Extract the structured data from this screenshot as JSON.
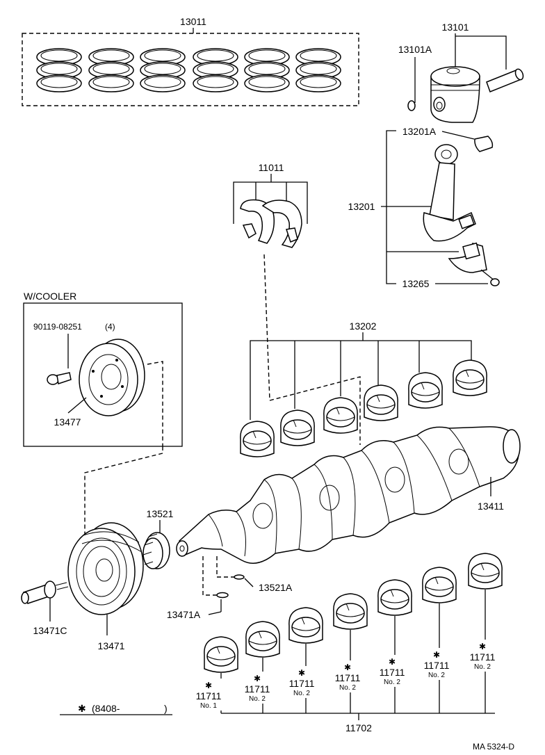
{
  "labels": {
    "piston_ring_set": "13011",
    "piston": "13101",
    "piston_pin_clip": "13101A",
    "rod_bushing": "13201A",
    "connecting_rod": "13201",
    "rod_bolt": "13265",
    "rod_bearing": "11011",
    "thrust_washer": "13202",
    "cooler_header": "W/COOLER",
    "pulley_bolt": "90119-08251",
    "pulley_bolt_qty": "(4)",
    "pulley_cooler": "13477",
    "timing_gear": "13521",
    "crankshaft": "13411",
    "gear_key": "13521A",
    "pulley_key": "13471A",
    "pulley_bolt_main": "13471C",
    "crank_pulley": "13471",
    "main_bearing_set": "11702",
    "date_note_mark": "✱",
    "date_note": "(8408-",
    "date_note_close": ")",
    "ref_code": "MA 5324-D"
  },
  "bearings": [
    {
      "mark": "✱",
      "part": "11711",
      "no": "No. 1"
    },
    {
      "mark": "✱",
      "part": "11711",
      "no": "No. 2"
    },
    {
      "mark": "✱",
      "part": "11711",
      "no": "No. 2"
    },
    {
      "mark": "✱",
      "part": "11711",
      "no": "No. 2"
    },
    {
      "mark": "✱",
      "part": "11711",
      "no": "No. 2"
    },
    {
      "mark": "✱",
      "part": "11711",
      "no": "No. 2"
    },
    {
      "mark": "✱",
      "part": "11711",
      "no": "No. 2"
    }
  ]
}
